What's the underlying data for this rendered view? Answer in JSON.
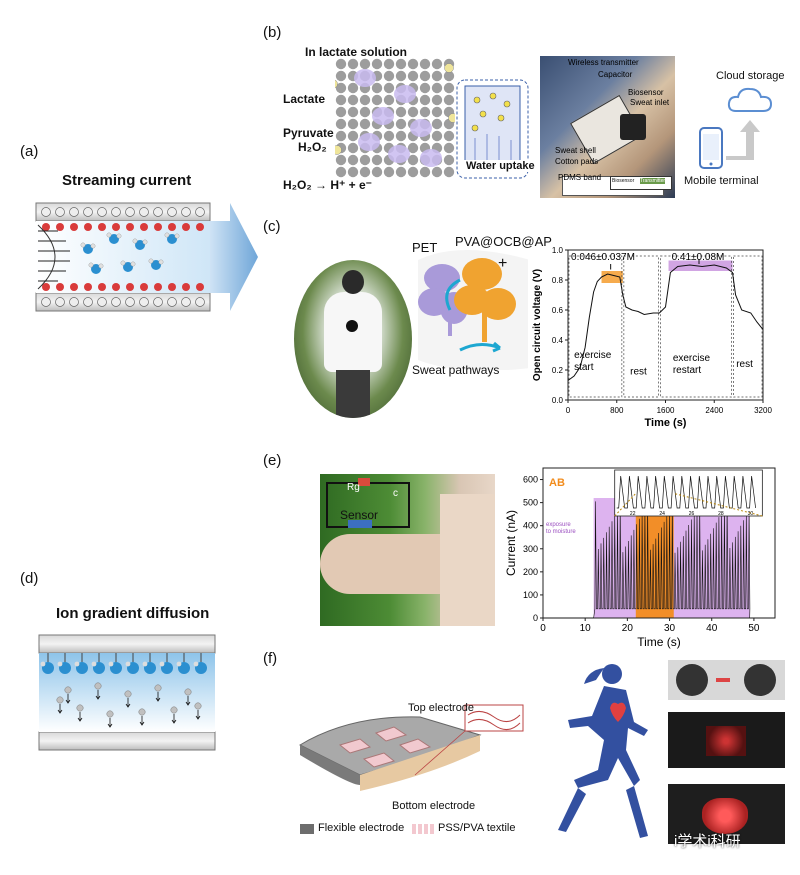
{
  "panels": {
    "a": {
      "label": "(a)",
      "title": "Streaming current"
    },
    "b": {
      "label": "(b)",
      "solution_title": "In lactate solution",
      "lactate": "Lactate",
      "pyruvate": "Pyruvate",
      "h2o2": "H₂O₂",
      "reaction": "H₂O₂ → H⁺ + e⁻",
      "water_uptake": "Water uptake",
      "device_labels": [
        "Wireless transmitter",
        "Capacitor",
        "Biosensor",
        "Sweat inlet",
        "Sweat shell",
        "Cotton pads",
        "PDMS band"
      ],
      "circuit_labels": [
        "Biosensor",
        "Transmitter"
      ],
      "cloud": "Cloud storage",
      "mobile": "Mobile terminal"
    },
    "c": {
      "label": "(c)",
      "pet": "PET",
      "pva": "PVA@OCB@AP",
      "sweat_pathways": "Sweat pathways"
    },
    "d": {
      "label": "(d)",
      "title": "Ion gradient diffusion"
    },
    "e": {
      "label": "(e)",
      "photo_labels": {
        "rg": "Rg",
        "c": "c",
        "sensor": "Sensor"
      },
      "ab": "AB",
      "exposure": "exposure to moisture",
      "inset_ticks": [
        "22",
        "24",
        "26",
        "28",
        "30"
      ]
    },
    "f": {
      "label": "(f)",
      "top_electrode": "Top electrode",
      "bottom_electrode": "Bottom electrode",
      "legend_flexible": "Flexible electrode",
      "legend_pss": "PSS/PVA textile"
    }
  },
  "watermark": "i学术i科研",
  "chart_data": [
    {
      "type": "line",
      "panel": "c",
      "xlabel": "Time (s)",
      "ylabel": "Open circuit voltage (V)",
      "xlim": [
        0,
        3200
      ],
      "ylim": [
        0,
        1.0
      ],
      "xticks": [
        0,
        800,
        1600,
        2400,
        3200
      ],
      "yticks": [
        0.0,
        0.2,
        0.4,
        0.6,
        0.8,
        1.0
      ],
      "annotations": [
        "0.046±0.037M",
        "0.41±0.08M"
      ],
      "phase_labels": [
        "exercise start",
        "rest",
        "exercise restart",
        "rest"
      ],
      "series": [
        {
          "x": [
            0,
            100,
            200,
            280,
            350,
            420,
            480,
            550,
            650,
            750,
            850,
            900,
            950,
            1050,
            1150,
            1250,
            1400,
            1500,
            1600,
            1680,
            1800,
            2000,
            2200,
            2400,
            2600,
            2700,
            2750,
            2850,
            3000,
            3100,
            3200
          ],
          "y": [
            0.13,
            0.16,
            0.22,
            0.35,
            0.55,
            0.72,
            0.79,
            0.82,
            0.84,
            0.83,
            0.82,
            0.7,
            0.62,
            0.6,
            0.59,
            0.57,
            0.58,
            0.58,
            0.62,
            0.85,
            0.89,
            0.9,
            0.89,
            0.9,
            0.88,
            0.85,
            0.7,
            0.6,
            0.58,
            0.52,
            0.47
          ]
        }
      ]
    },
    {
      "type": "line",
      "panel": "e",
      "xlabel": "Time (s)",
      "ylabel": "Current (nA)",
      "xlim": [
        0,
        55
      ],
      "ylim": [
        0,
        650
      ],
      "xticks": [
        0,
        10,
        20,
        30,
        40,
        50
      ],
      "yticks": [
        0,
        100,
        200,
        300,
        400,
        500,
        600
      ],
      "exposure_range": [
        12,
        49
      ],
      "ab_range": [
        22,
        31
      ],
      "series": [
        {
          "description": "periodic spikes between 12 s and 49 s",
          "x": [
            0,
            12,
            49,
            55
          ],
          "y": [
            0,
            0,
            0,
            0
          ]
        }
      ]
    }
  ]
}
